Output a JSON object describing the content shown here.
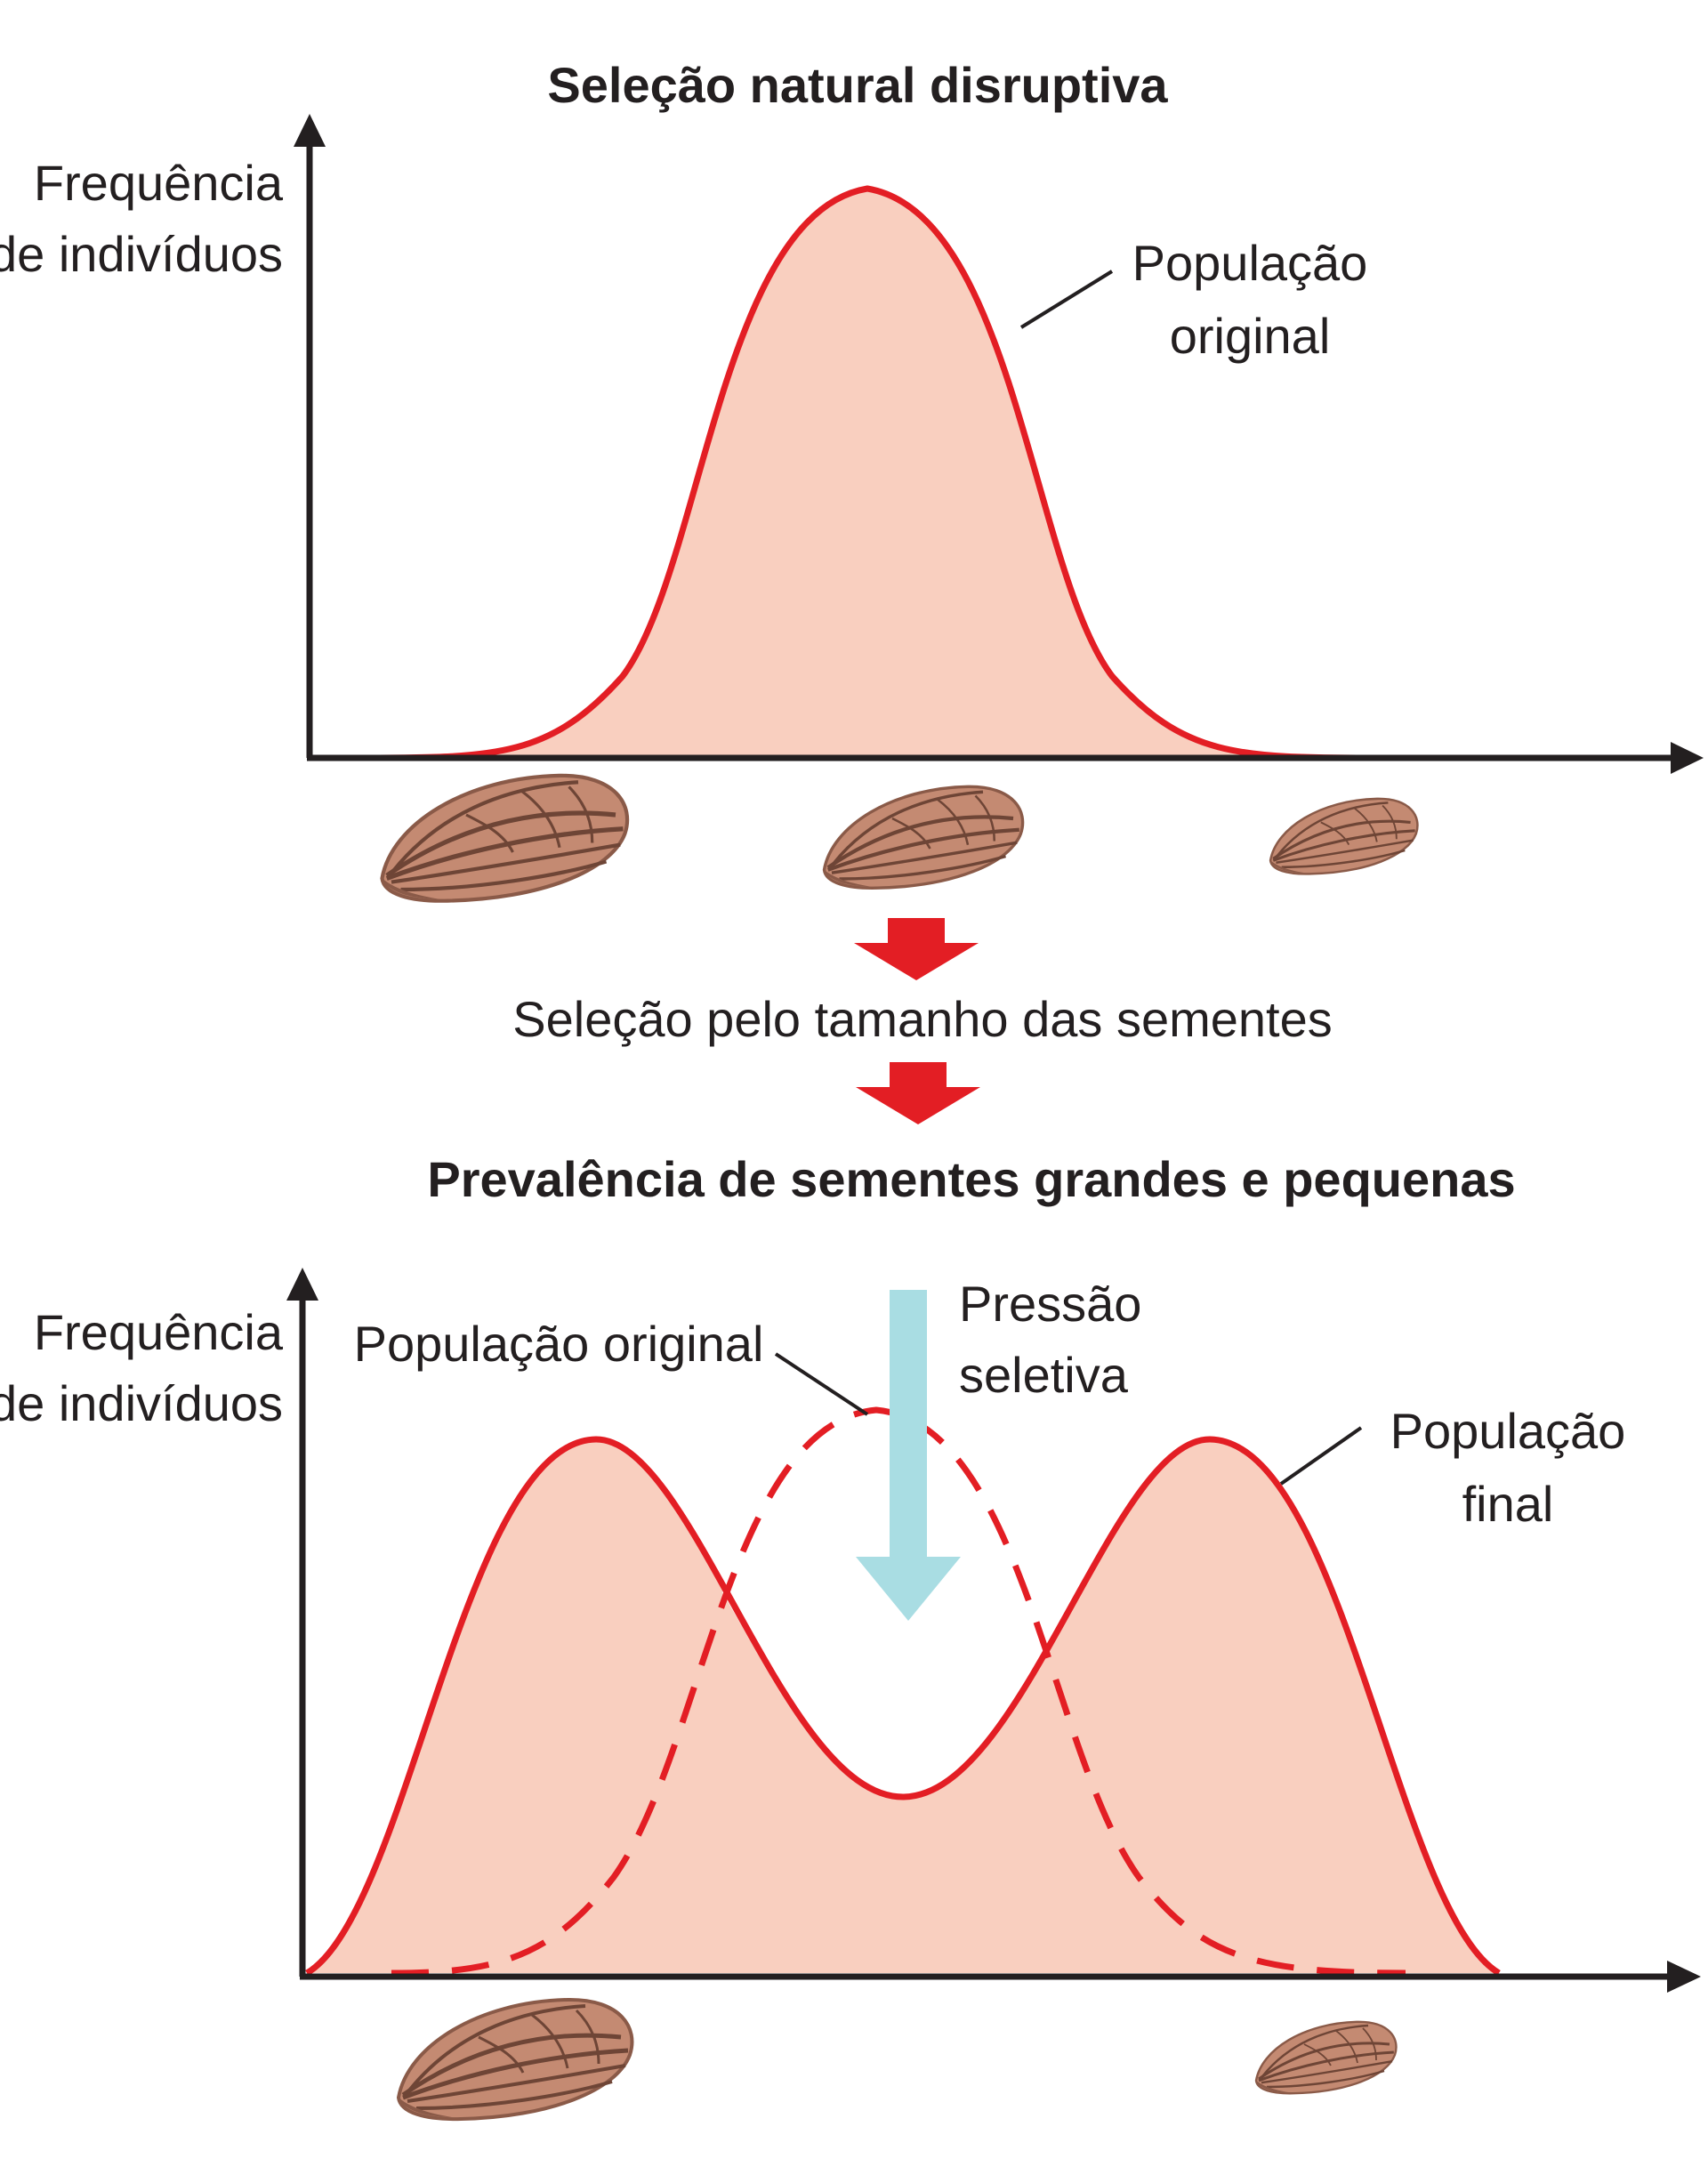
{
  "top_panel": {
    "title": "Seleção natural disruptiva",
    "y_axis_label": [
      "Frequência",
      "de indivíduos"
    ],
    "curve_label": [
      "População",
      "original"
    ]
  },
  "middle": {
    "selection_text": "Seleção pelo tamanho das sementes",
    "result_title": "Prevalência de sementes grandes e pequenas"
  },
  "bottom_panel": {
    "y_axis_label": [
      "Frequência",
      "de indivíduos"
    ],
    "dashed_curve_label": "População original",
    "pressure_label": [
      "Pressão",
      "seletiva"
    ],
    "final_curve_label": [
      "População",
      "final"
    ]
  },
  "colors": {
    "curve": "#e31e24",
    "fill": "#f9cfbf",
    "axis": "#231f20",
    "arrow_red": "#e31e24",
    "pressure_arrow": "#a9dde3",
    "seed": "#c48a72",
    "seed_dark": "#8a5a48",
    "seed_lines": "#6e4536"
  },
  "icons": [
    "seed-large-icon",
    "seed-medium-icon",
    "seed-small-icon",
    "red-down-arrow-icon",
    "pressure-arrow-icon"
  ]
}
